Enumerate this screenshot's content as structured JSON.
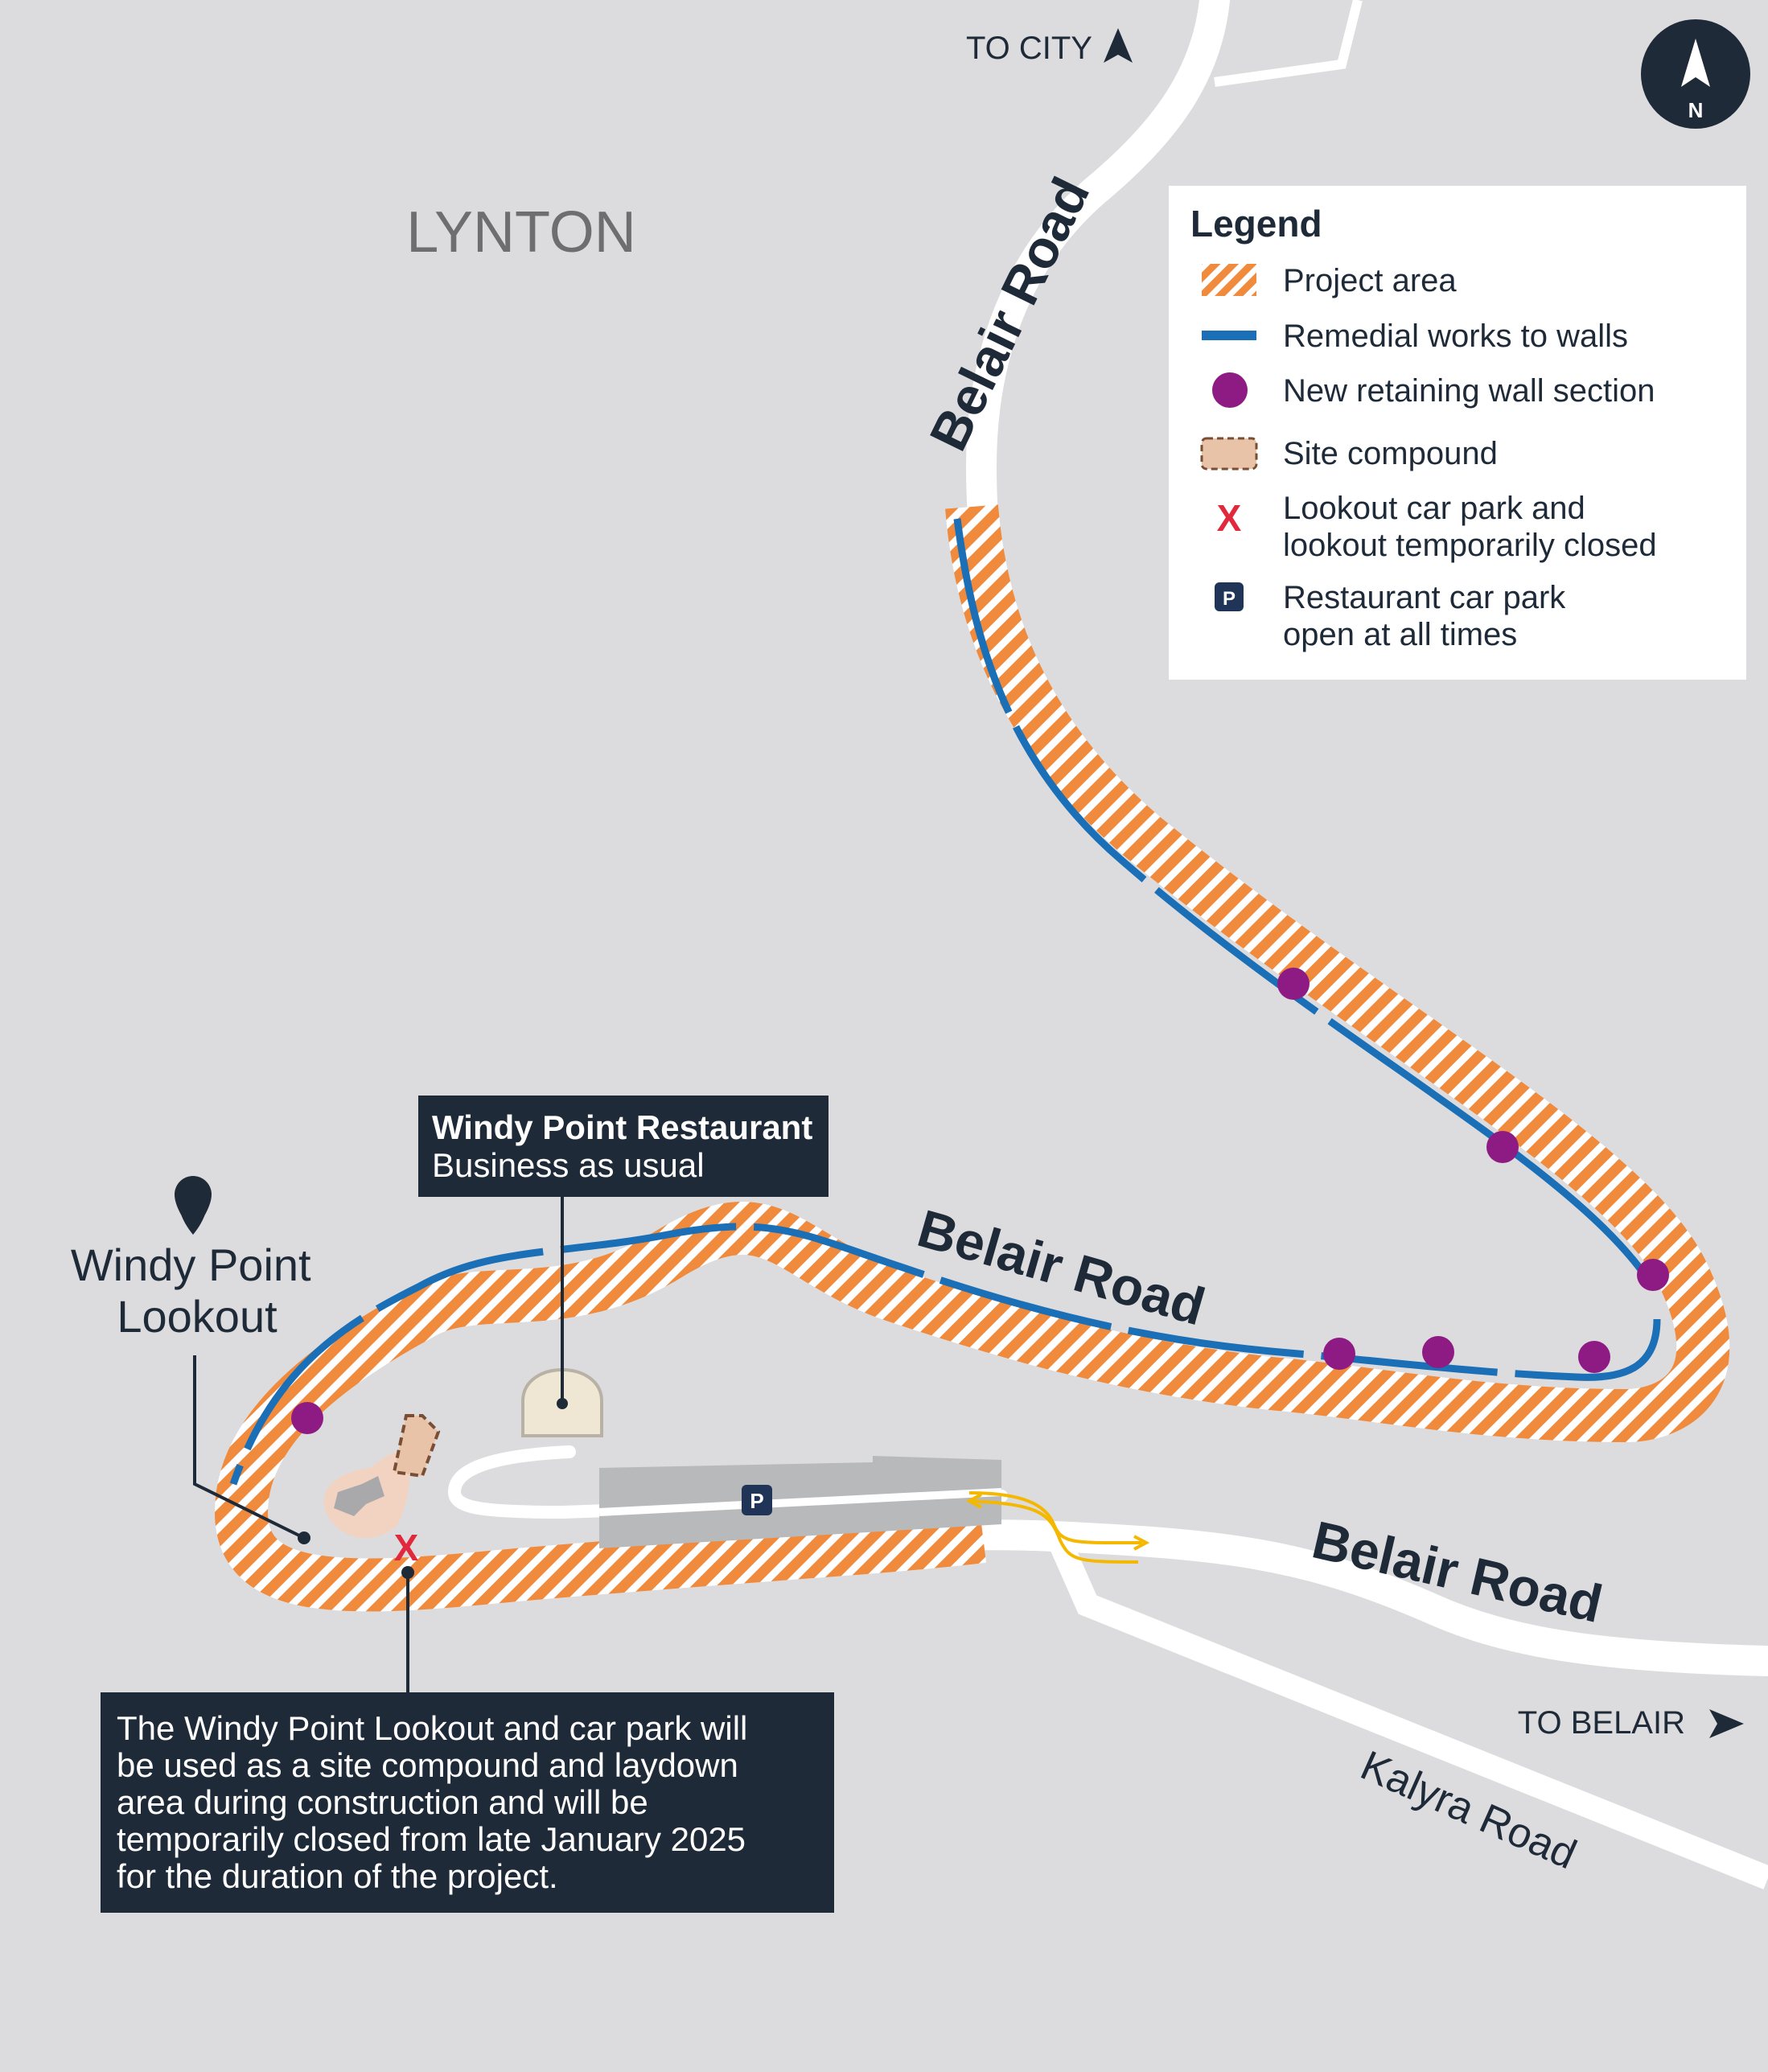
{
  "map": {
    "suburb": "LYNTON",
    "roads": {
      "belair_north": "Belair Road",
      "belair_middle": "Belair Road",
      "belair_south": "Belair Road",
      "kalyra": "Kalyra Road"
    },
    "directions": {
      "to_city": "TO CITY",
      "to_belair": "TO BELAIR"
    },
    "compass": {
      "label": "N"
    },
    "parking_symbol": "P",
    "closed_symbol": "X",
    "places": {
      "lookout": {
        "line1": "Windy Point",
        "line2": "Lookout"
      },
      "restaurant": {
        "title": "Windy Point Restaurant",
        "subtitle": "Business as usual"
      }
    },
    "callout": {
      "lines": [
        "The Windy Point Lookout and car park will",
        "be used as a site compound and laydown",
        "area during construction and will be",
        "temporarily closed from late January 2025",
        "for the duration of the project."
      ]
    }
  },
  "legend": {
    "title": "Legend",
    "items": [
      {
        "key": "project-area",
        "lines": [
          "Project area"
        ]
      },
      {
        "key": "remedial-works",
        "lines": [
          "Remedial works to walls"
        ]
      },
      {
        "key": "retaining-wall",
        "lines": [
          "New retaining wall section"
        ]
      },
      {
        "key": "site-compound",
        "lines": [
          "Site compound"
        ]
      },
      {
        "key": "lookout-closed",
        "lines": [
          "Lookout car park and",
          "lookout temporarily closed"
        ]
      },
      {
        "key": "restaurant-parking",
        "lines": [
          "Restaurant car park",
          "open at all times"
        ]
      }
    ]
  },
  "colors": {
    "background": "#dcdcde",
    "road": "#ffffff",
    "project_orange": "#f08a3c",
    "remedial_blue": "#1a6fb6",
    "retaining_purple": "#8e1b83",
    "closed_red": "#e1293e",
    "navy": "#1f2a38",
    "compound_fill": "#e8c3a8",
    "compound_border": "#7a4e35",
    "restaurant_fill": "#efe7d3",
    "arrow_yellow": "#f5b800"
  }
}
